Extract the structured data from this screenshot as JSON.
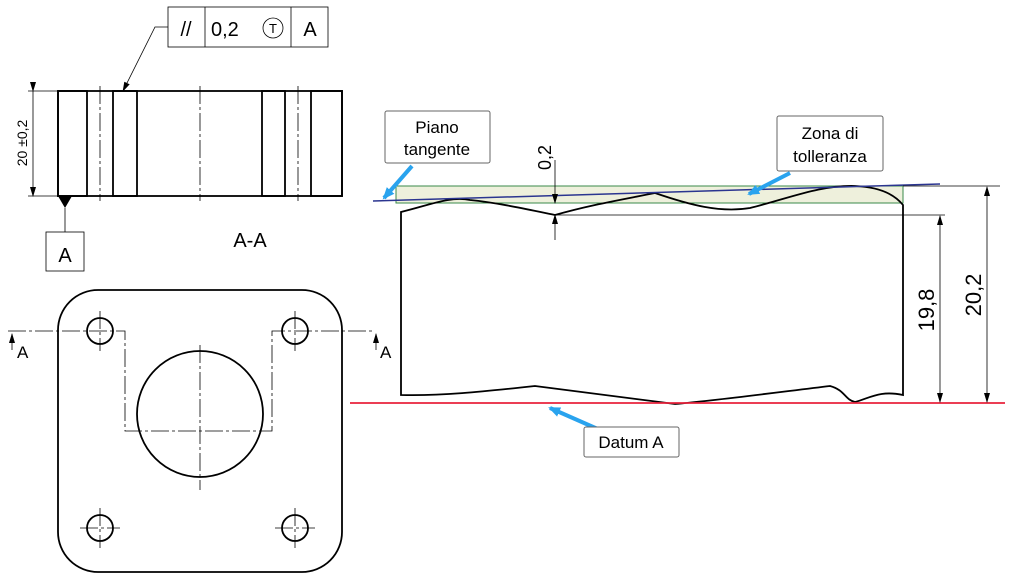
{
  "fcf": {
    "symbol": "//",
    "tolerance": "0,2",
    "modifier": "T",
    "datum": "A"
  },
  "section": {
    "dimension": "20 ±0,2",
    "datum_label": "A",
    "view_label": "A-A"
  },
  "plan": {
    "cut_left": "A",
    "cut_right": "A"
  },
  "detail": {
    "callout_plane_line1": "Piano",
    "callout_plane_line2": "tangente",
    "callout_zone_line1": "Zona di",
    "callout_zone_line2": "tolleranza",
    "callout_datum": "Datum A",
    "dim_zone": "0,2",
    "dim_min": "19,8",
    "dim_max": "20,2"
  },
  "colors": {
    "datum_line": "#e8223c",
    "tangent_plane": "#2b3590",
    "zone_fill": "#eef0dc",
    "zone_stroke": "#3a8a4a",
    "arrow": "#29a3ee"
  }
}
